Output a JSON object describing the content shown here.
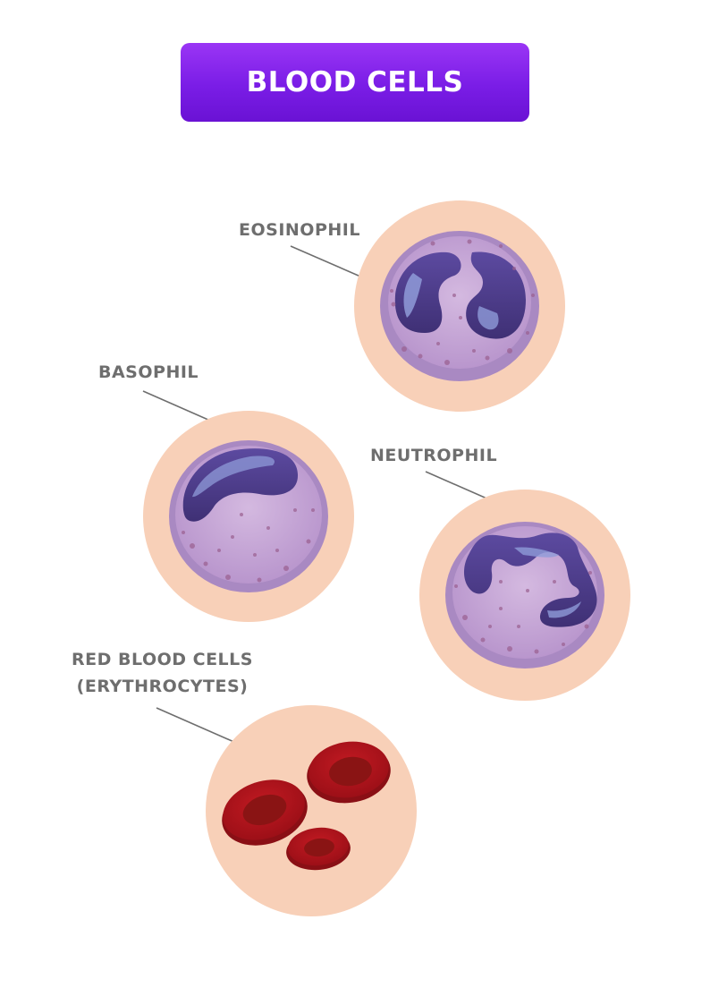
{
  "title": "BLOOD CELLS",
  "labels": {
    "eosinophil": "EOSINOPHIL",
    "basophil": "BASOPHIL",
    "neutrophil": "NEUTROPHIL",
    "rbc_line1": "RED BLOOD CELLS",
    "rbc_line2": "(ERYTHROCYTES)"
  },
  "colors": {
    "title_background": "#7a1de6",
    "title_text": "#ffffff",
    "label_text": "#6e6e6e",
    "backdrop_circle": "#f8d0b8",
    "cell_membrane": "#a989c2",
    "cell_cytoplasm": "#c7a9d6",
    "nucleus": "#4f3f8a",
    "nucleus_highlight": "#8f9bd8",
    "granule": "#9a5f8f",
    "red_blood_cell": "#b3161e",
    "red_blood_cell_center": "#8a1414"
  }
}
